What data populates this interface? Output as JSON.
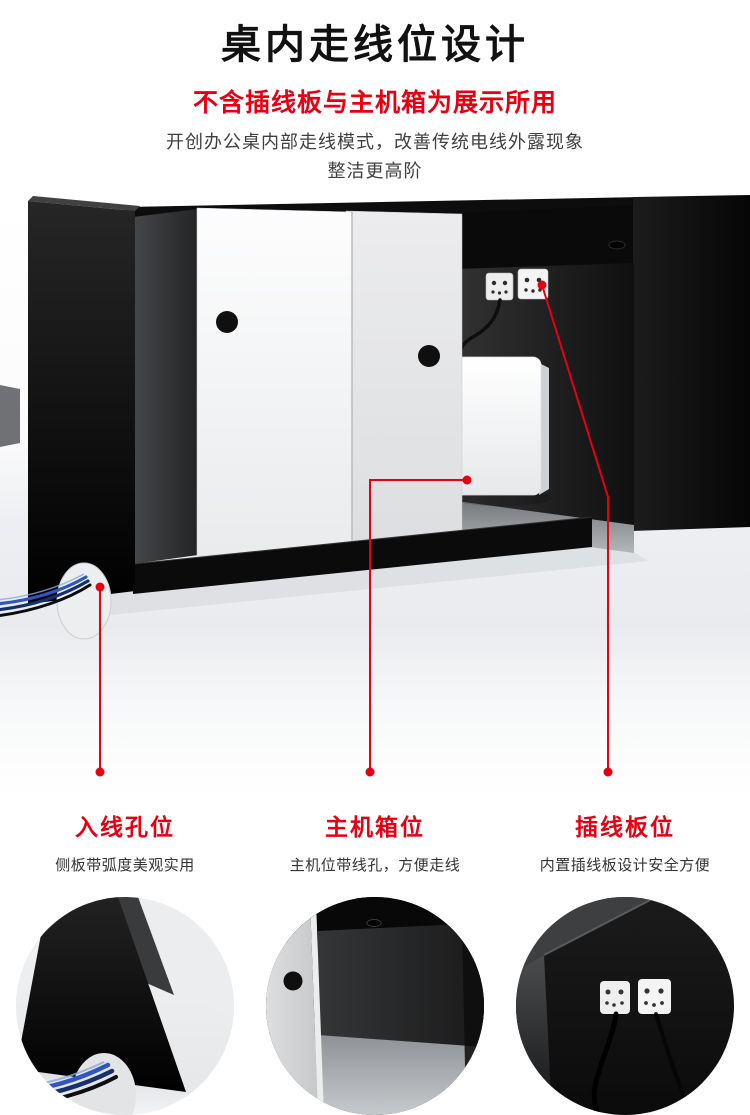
{
  "header": {
    "title": "桌内走线位设计",
    "subtitle": "不含插线板与主机箱为展示所用",
    "description": [
      "开创办公桌内部走线模式，改善传统电线外露现象",
      "整洁更高阶"
    ]
  },
  "colors": {
    "accent_red": "#e60012",
    "title_color": "#111111",
    "body_text": "#3f3f3f"
  },
  "features": [
    {
      "title": "入线孔位",
      "desc": "侧板带弧度美观实用"
    },
    {
      "title": "主机箱位",
      "desc": "主机位带线孔，方便走线"
    },
    {
      "title": "插线板位",
      "desc": "内置插线板设计安全方便"
    }
  ]
}
